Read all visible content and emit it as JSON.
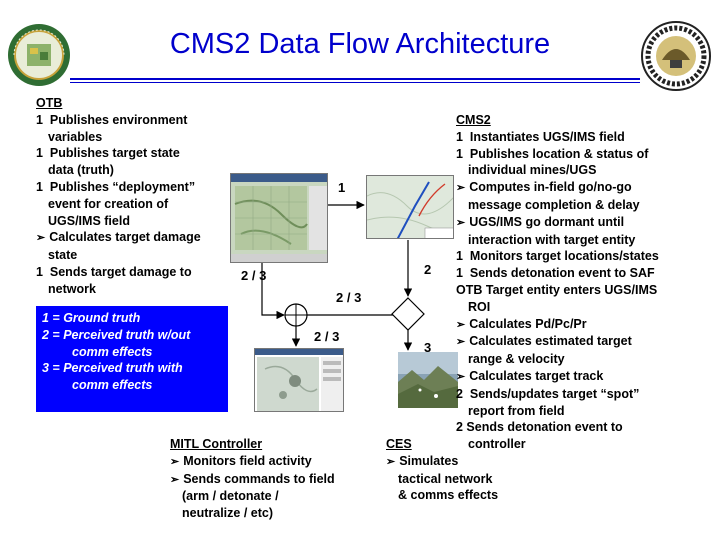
{
  "title": "CMS2 Data Flow Architecture",
  "otb": {
    "heading": "OTB",
    "lines": [
      {
        "text": "1  Publishes environment",
        "style": "num"
      },
      {
        "text": "variables",
        "style": "ind"
      },
      {
        "text": "1  Publishes target state",
        "style": "num"
      },
      {
        "text": "data (truth)",
        "style": "ind"
      },
      {
        "text": "1  Publishes “deployment”",
        "style": "num"
      },
      {
        "text": "event for creation of",
        "style": "ind"
      },
      {
        "text": "UGS/IMS field",
        "style": "ind"
      },
      {
        "text": "Calculates target damage",
        "style": "arr"
      },
      {
        "text": "state",
        "style": "ind"
      },
      {
        "text": "1  Sends target damage to",
        "style": "num"
      },
      {
        "text": "network",
        "style": "ind"
      }
    ]
  },
  "legend": [
    {
      "text": "1 = Ground truth",
      "style": "num"
    },
    {
      "text": "2 = Perceived truth w/out",
      "style": "num"
    },
    {
      "text": "comm effects",
      "style": "ind2"
    },
    {
      "text": "3 = Perceived truth with",
      "style": "num"
    },
    {
      "text": "comm effects",
      "style": "ind2"
    }
  ],
  "cms2": {
    "heading": "CMS2",
    "lines": [
      {
        "text": "1  Instantiates UGS/IMS field",
        "style": "num"
      },
      {
        "text": "1  Publishes location & status of",
        "style": "num"
      },
      {
        "text": "individual mines/UGS",
        "style": "ind"
      },
      {
        "text": "Computes in-field go/no-go",
        "style": "arr"
      },
      {
        "text": "message completion & delay",
        "style": "ind"
      },
      {
        "text": "UGS/IMS go dormant until",
        "style": "arr"
      },
      {
        "text": "interaction with target entity",
        "style": "ind"
      },
      {
        "text": "1  Monitors target locations/states",
        "style": "num"
      },
      {
        "text": "1  Sends detonation event to SAF",
        "style": "num"
      },
      {
        "text": "OTB Target entity enters UGS/IMS",
        "style": "num"
      },
      {
        "text": "ROI",
        "style": "ind"
      },
      {
        "text": "Calculates Pd/Pc/Pr",
        "style": "arr"
      },
      {
        "text": "Calculates estimated target",
        "style": "arr"
      },
      {
        "text": "range & velocity",
        "style": "ind"
      },
      {
        "text": "Calculates target track",
        "style": "arr"
      },
      {
        "text": "2  Sends/updates target “spot”",
        "style": "num"
      },
      {
        "text": "report from field",
        "style": "ind"
      },
      {
        "text": "2 Sends detonation event to",
        "style": "num"
      },
      {
        "text": "controller",
        "style": "ind"
      }
    ]
  },
  "mitl": {
    "heading": "MITL Controller",
    "lines": [
      {
        "text": "Monitors field activity",
        "style": "arr"
      },
      {
        "text": "Sends commands to field",
        "style": "arr"
      },
      {
        "text": "(arm / detonate /",
        "style": "ind"
      },
      {
        "text": "neutralize / etc)",
        "style": "ind"
      }
    ]
  },
  "ces": {
    "heading": "CES",
    "lines": [
      {
        "text": "Simulates",
        "style": "arr"
      },
      {
        "text": "tactical network",
        "style": "ind"
      },
      {
        "text": "& comms effects",
        "style": "ind"
      }
    ]
  },
  "flow_labels": {
    "otb_to_cms2": "1",
    "otb_to_hub": "2 / 3",
    "hub_in": "2 / 3",
    "hub_to_mitl": "2 / 3",
    "cms2_to_ces": "2",
    "ces_out": "3"
  },
  "colors": {
    "title": "#0000cc",
    "legend_bg": "#0000ff",
    "legend_text": "#ffffff"
  }
}
